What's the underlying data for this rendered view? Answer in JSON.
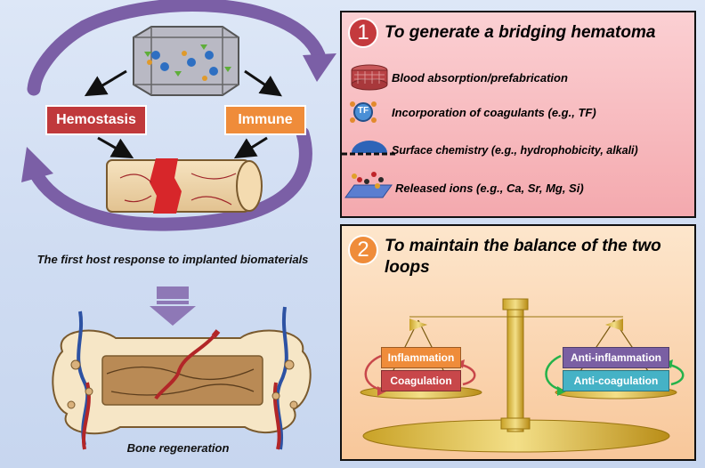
{
  "left": {
    "hemostasis_label": "Hemostasis",
    "immune_label": "Immune",
    "caption": "The first host response to implanted biomaterials",
    "bottom_caption": "Bone regeneration"
  },
  "panel1": {
    "number": "1",
    "title": "To generate a bridging hematoma",
    "items": [
      {
        "icon": "porous-scaffold-icon",
        "label": "Blood absorption/prefabrication"
      },
      {
        "icon": "tf-molecule-icon",
        "icon_text": "TF",
        "label": "Incorporation of coagulants (e.g., TF)"
      },
      {
        "icon": "surface-droplet-icon",
        "label": "Surface chemistry (e.g., hydrophobicity, alkali)"
      },
      {
        "icon": "ion-release-icon",
        "label": "Released ions (e.g., Ca, Sr, Mg, Si)"
      }
    ]
  },
  "panel2": {
    "number": "2",
    "title": "To maintain the balance of the two loops",
    "left_pan": {
      "top": "Inflammation",
      "bottom": "Coagulation"
    },
    "right_pan": {
      "top": "Anti-inflammation",
      "bottom": "Anti-coagulation"
    }
  },
  "colors": {
    "hemostasis": "#c0393b",
    "immune": "#ef8c3a",
    "cycle_arrow": "#7b5fa6",
    "panel1_bg": "#f7b7bb",
    "panel2_bg": "#fbd8b7",
    "inflammation": "#ef8c3a",
    "coagulation": "#c8474a",
    "anti_inflammation": "#7a5fa3",
    "anti_coagulation": "#45b2c6"
  }
}
